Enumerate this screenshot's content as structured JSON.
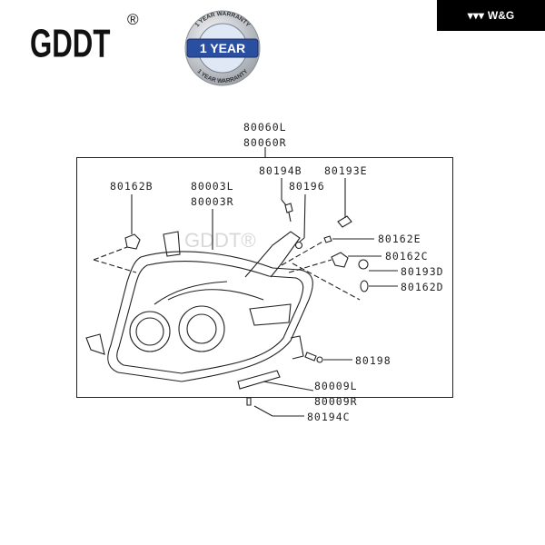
{
  "header": {
    "logo_text": "GDDT",
    "registered_mark": "®",
    "badge": {
      "top_text": "1 YEAR WARRANTY",
      "center_text": "1 YEAR",
      "bottom_text": "1 YEAR WARRANTY"
    },
    "brand_tag": {
      "icon": "wg-chevrons-icon",
      "text": "W&G"
    }
  },
  "diagram": {
    "assembly_labels": [
      "80060L",
      "80060R"
    ],
    "watermark": "GDDT®",
    "part_labels": {
      "p80194B": "80194B",
      "p80193E": "80193E",
      "p80162B": "80162B",
      "p80003L": "80003L",
      "p80003R": "80003R",
      "p80196": "80196",
      "p80162E": "80162E",
      "p80162C": "80162C",
      "p80193D": "80193D",
      "p80162D": "80162D",
      "p80198": "80198",
      "p80009L": "80009L",
      "p80009R": "80009R",
      "p80194C": "80194C"
    }
  },
  "colors": {
    "ink": "#222222",
    "badge_blue": "#2a4fa0",
    "brand_bg": "#000000"
  }
}
